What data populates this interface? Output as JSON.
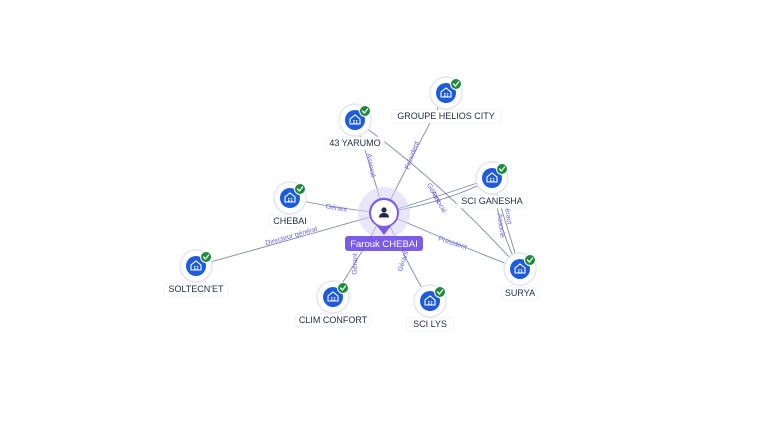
{
  "center": {
    "name": "Farouk CHEBAI",
    "icon": "person-icon"
  },
  "colors": {
    "accent": "#7b5ce6",
    "edge": "#5b6b8f",
    "edge_label": "#6c63d9",
    "company": "#1e5bd8",
    "check": "#1e8a3c"
  },
  "companies": [
    {
      "id": "yarumo",
      "label": "43 YARUMO",
      "icon": "building-icon",
      "verified": true
    },
    {
      "id": "helios",
      "label": "GROUPE HELIOS CITY",
      "icon": "building-icon",
      "verified": true
    },
    {
      "id": "ganesha",
      "label": "SCI GANESHA",
      "icon": "building-icon",
      "verified": true
    },
    {
      "id": "surya",
      "label": "SURYA",
      "icon": "building-icon",
      "verified": true
    },
    {
      "id": "scilys",
      "label": "SCI LYS",
      "icon": "building-icon",
      "verified": true
    },
    {
      "id": "clim",
      "label": "CLIM CONFORT",
      "icon": "building-icon",
      "verified": true
    },
    {
      "id": "soltec",
      "label": "SOLTECN'ET",
      "icon": "building-icon",
      "verified": true
    },
    {
      "id": "chebai",
      "label": "CHEBAI",
      "icon": "building-icon",
      "verified": true
    }
  ],
  "edges": [
    {
      "to": "yarumo",
      "label": "Associé"
    },
    {
      "to": "helios",
      "label": "Président"
    },
    {
      "to": "ganesha",
      "label": "Gérant"
    },
    {
      "to": "ganesha",
      "label": "Associé"
    },
    {
      "to": "surya",
      "label": "Président"
    },
    {
      "to": "scilys",
      "label": "Gérant"
    },
    {
      "to": "clim",
      "label": "Gérant"
    },
    {
      "to": "soltec",
      "label": "Directeur général"
    },
    {
      "to": "chebai",
      "label": "Gérant"
    }
  ],
  "cross_edges": [
    {
      "from": "yarumo",
      "to": "surya",
      "label": ""
    },
    {
      "from": "ganesha",
      "to": "surya",
      "label": "Gérant"
    },
    {
      "from": "ganesha",
      "to": "surya",
      "label": "Associé"
    }
  ]
}
